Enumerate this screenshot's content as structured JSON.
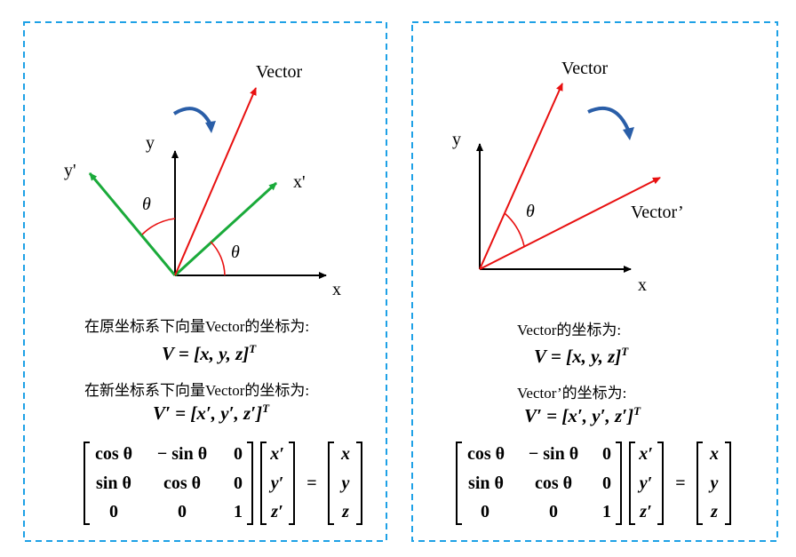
{
  "left_panel": {
    "axis_x_label": "x",
    "axis_y_label": "y",
    "axis_x_prime_label": "x'",
    "axis_y_prime_label": "y'",
    "vector_label": "Vector",
    "angle_label_1": "θ",
    "angle_label_2": "θ",
    "caption_original": "在原坐标系下向量Vector的坐标为:",
    "eq_original": "V = [x, y, z]",
    "eq_original_sup": "T",
    "caption_new": "在新坐标系下向量Vector的坐标为:",
    "eq_new": "V′ = [x′, y′, z′]",
    "eq_new_sup": "T"
  },
  "right_panel": {
    "axis_x_label": "x",
    "axis_y_label": "y",
    "vector_label": "Vector",
    "vector_prime_label": "Vector’",
    "angle_label": "θ",
    "caption_vector": "Vector的坐标为:",
    "eq_vector": "V = [x, y, z]",
    "eq_vector_sup": "T",
    "caption_vector_prime": "Vector’的坐标为:",
    "eq_vector_prime": "V′ = [x′, y′, z′]",
    "eq_vector_prime_sup": "T"
  },
  "matrix": {
    "r1c1": "cos θ",
    "r1c2": "− sin θ",
    "r1c3": "0",
    "r2c1": "sin θ",
    "r2c2": "cos θ",
    "r2c3": "0",
    "r3c1": "0",
    "r3c2": "0",
    "r3c3": "1",
    "vec_in_1": "x′",
    "vec_in_2": "y′",
    "vec_in_3": "z′",
    "equals": "=",
    "vec_out_1": "x",
    "vec_out_2": "y",
    "vec_out_3": "z"
  },
  "colors": {
    "border": "#1ea1e6",
    "red_vector": "#e81010",
    "green_axes": "#1aaa3a",
    "rotation_arrow": "#2a5ea8",
    "axis": "#000000"
  }
}
